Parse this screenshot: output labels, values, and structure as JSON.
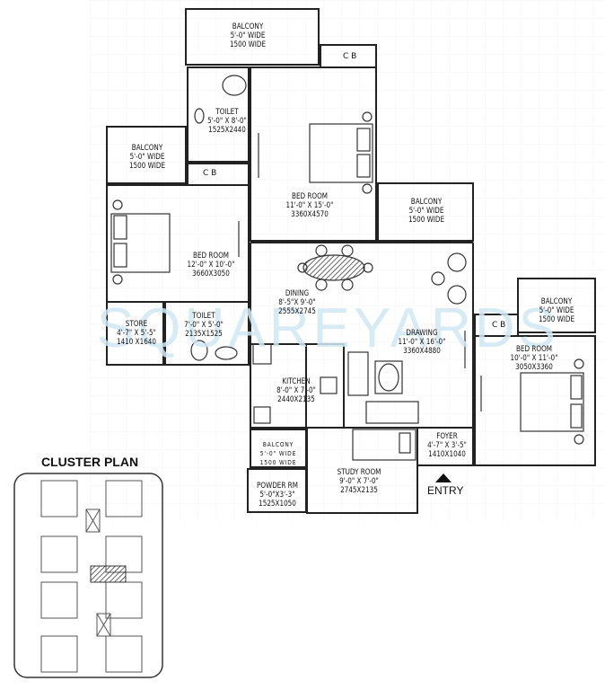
{
  "watermark": "SQUAREYARDS",
  "cluster_plan": {
    "title": "CLUSTER PLAN"
  },
  "entry": {
    "label": "ENTRY"
  },
  "rooms": {
    "balcony_top": {
      "name": "BALCONY",
      "size_ft": "5'-0\" WIDE",
      "size_mm": "1500 WIDE"
    },
    "toilet_1": {
      "name": "TOILET",
      "size_ft": "5'-0\" X 8'-0\"",
      "size_mm": "1525X2440"
    },
    "cb_top": {
      "name": "C B"
    },
    "cb_left": {
      "name": "C B"
    },
    "cb_right": {
      "name": "C B"
    },
    "balcony_left": {
      "name": "BALCONY",
      "size_ft": "5'-0\" WIDE",
      "size_mm": "1500 WIDE"
    },
    "bedroom_master": {
      "name": "BED ROOM",
      "size_ft": "11'-0\" X 15'-0\"",
      "size_mm": "3360X4570"
    },
    "bedroom_left": {
      "name": "BED ROOM",
      "size_ft": "12'-0\" X 10'-0\"",
      "size_mm": "3660X3050"
    },
    "balcony_mid": {
      "name": "BALCONY",
      "size_ft": "5'-0\" WIDE",
      "size_mm": "1500 WIDE"
    },
    "dining": {
      "name": "DINING",
      "size_ft": "8'-5\"X 9'-0\"",
      "size_mm": "2555X2745"
    },
    "store": {
      "name": "STORE",
      "size_ft": "4'-7\" X 5'-5\"",
      "size_mm": "1410 X1640"
    },
    "toilet_2": {
      "name": "TOILET",
      "size_ft": "7'-0\" X 5'-0\"",
      "size_mm": "2135X1525"
    },
    "drawing": {
      "name": "DRAWING",
      "size_ft": "11'-0\" X 16'-0\"",
      "size_mm": "3360X4880"
    },
    "balcony_right": {
      "name": "BALCONY",
      "size_ft": "5'-0\" WIDE",
      "size_mm": "1500 WIDE"
    },
    "bedroom_right": {
      "name": "BED ROOM",
      "size_ft": "10'-0\" X 11'-0\"",
      "size_mm": "3050X3360"
    },
    "kitchen": {
      "name": "KITCHEN",
      "size_ft": "8'-0\" X 7'-0\"",
      "size_mm": "2440X2135"
    },
    "balcony_kitchen": {
      "name": "BALCONY",
      "size_ft": "5'-0\" WIDE",
      "size_mm": "1500 WIDE"
    },
    "foyer": {
      "name": "FOYER",
      "size_ft": "4'-7\" X 3'-5\"",
      "size_mm": "1410X1040"
    },
    "study": {
      "name": "STUDY ROOM",
      "size_ft": "9'-0\" X 7'-0\"",
      "size_mm": "2745X2135"
    },
    "powder": {
      "name": "POWDER RM",
      "size_ft": "5'-0\"X3'-3\"",
      "size_mm": "1525X1050"
    }
  },
  "colors": {
    "wall": "#222222",
    "watermark": "#cfe8f3",
    "grid": "#f2f2f2"
  }
}
